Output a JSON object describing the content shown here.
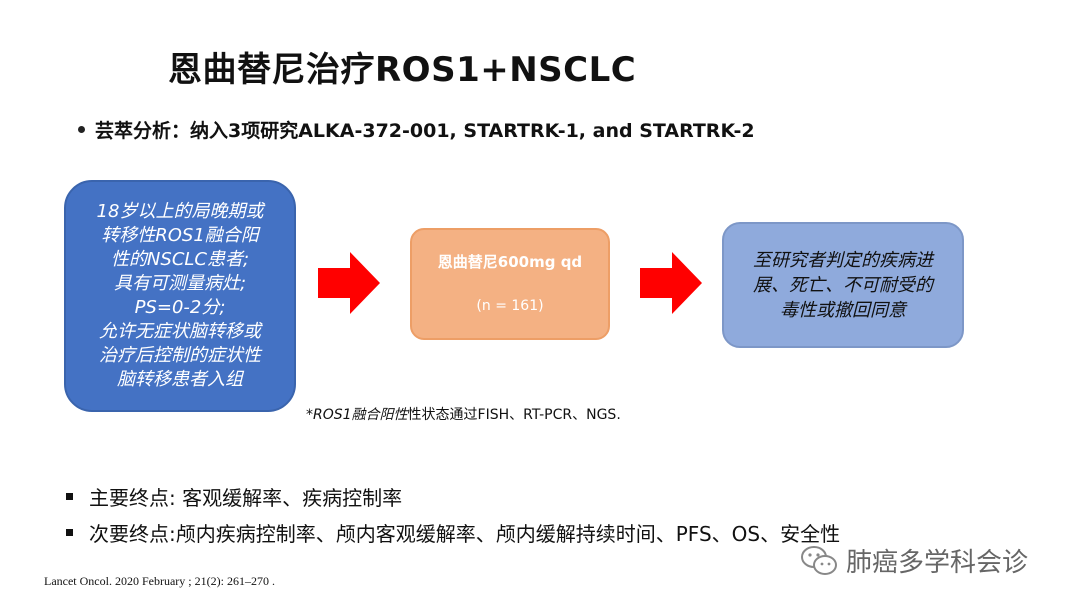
{
  "slide": {
    "title": "恩曲替尼治疗ROS1+NSCLC",
    "meta_analysis": "芸萃分析：纳入3项研究ALKA-372-001, STARTRK-1, and STARTRK-2"
  },
  "flow": {
    "inclusion_lines": [
      "18岁以上的局晚期或",
      "转移性ROS1融合阳",
      "性的NSCLC患者;",
      "具有可测量病灶;",
      "PS=0-2分;",
      "允许无症状脑转移或",
      "治疗后控制的症状性",
      "脑转移患者入组"
    ],
    "treatment": {
      "drug": "恩曲替尼600mg qd",
      "n": "(n = 161)"
    },
    "endpoint_lines": [
      "至研究者判定的疾病进",
      "展、死亡、不可耐受的",
      "毒性或撤回同意"
    ]
  },
  "footnote": {
    "italic": "*ROS1融合阳性",
    "rest": "性状态通过FISH、RT-PCR、NGS."
  },
  "endpoints": {
    "primary": "主要终点: 客观缓解率、疾病控制率",
    "secondary": "次要终点:颅内疾病控制率、颅内客观缓解率、颅内缓解持续时间、PFS、OS、安全性"
  },
  "citation": "Lancet Oncol. 2020 February ; 21(2): 261–270 .",
  "watermark": "肺癌多学科会诊",
  "colors": {
    "inclusion_box": "#4472c4",
    "treatment_box": "#f4b183",
    "endpoint_box": "#8faadc",
    "arrow": "#ff0000"
  }
}
